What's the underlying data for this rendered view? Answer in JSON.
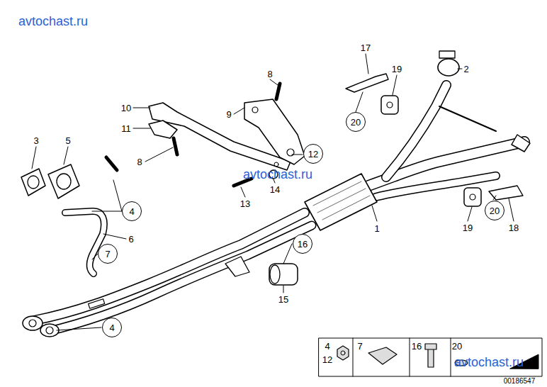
{
  "diagram": {
    "nodes": [
      {
        "text": [
          "20"
        ]
      },
      {
        "text": [
          "12"
        ]
      },
      {
        "text": [
          "20"
        ]
      },
      {
        "text": [
          "4"
        ]
      },
      {
        "text": [
          "16"
        ]
      },
      {
        "text": [
          "7"
        ]
      },
      {
        "text": [
          "4"
        ]
      }
    ],
    "labels": [
      "avtochast.ru",
      "17",
      "2",
      "19",
      "8",
      "10",
      "9",
      "11",
      "3",
      "5",
      "8",
      "14",
      "avtochast.ru",
      "13",
      "19",
      "18",
      "1",
      "6",
      "15",
      "4",
      "12",
      "7",
      "16",
      "20",
      "avtochast.ru",
      "00186547"
    ]
  }
}
